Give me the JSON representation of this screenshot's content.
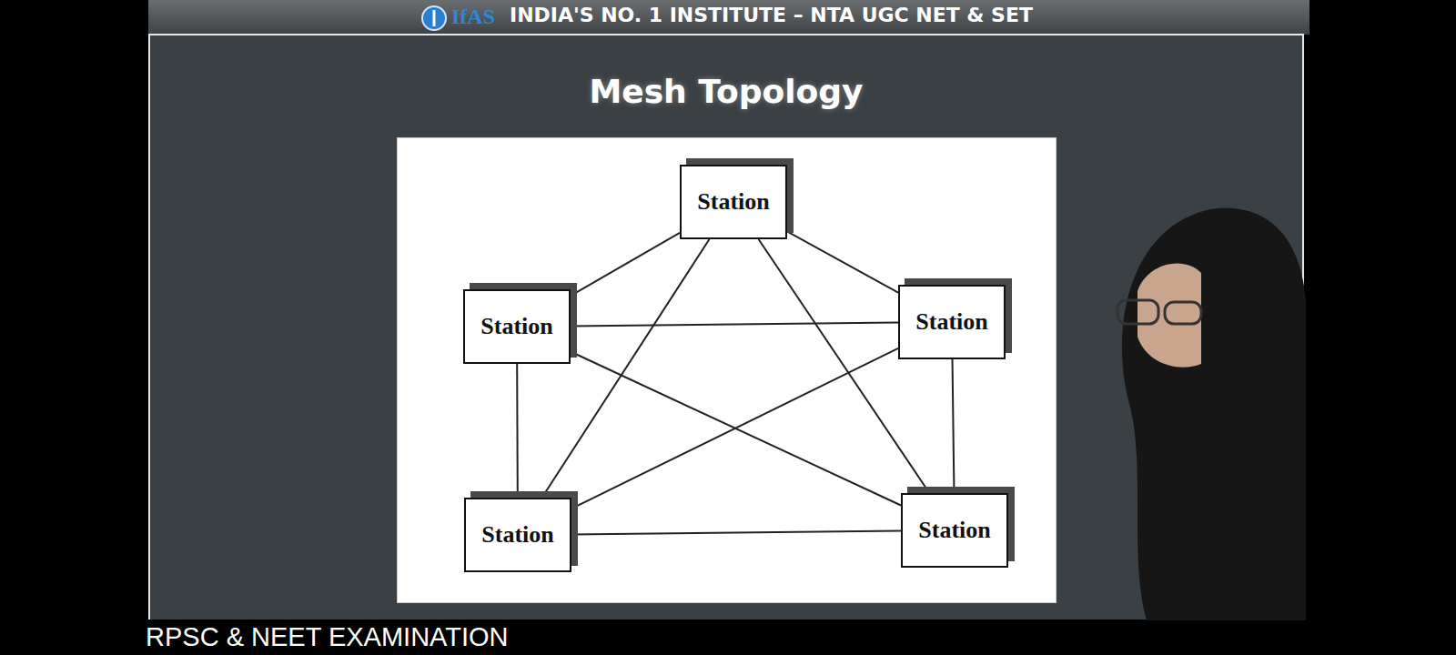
{
  "diagram": {
    "title": "Mesh Topology",
    "nodes": [
      {
        "text": [
          "Station"
        ]
      },
      {
        "text": [
          "Station"
        ]
      },
      {
        "text": [
          "Station"
        ]
      },
      {
        "text": [
          "Station"
        ]
      },
      {
        "text": [
          "Station"
        ]
      }
    ],
    "edges": [
      {
        "from": 0,
        "to": 1,
        "arrow": "none"
      },
      {
        "from": 0,
        "to": 2,
        "arrow": "none"
      },
      {
        "from": 0,
        "to": 3,
        "arrow": "none"
      },
      {
        "from": 0,
        "to": 4,
        "arrow": "none"
      },
      {
        "from": 1,
        "to": 2,
        "arrow": "none"
      },
      {
        "from": 1,
        "to": 3,
        "arrow": "none"
      },
      {
        "from": 1,
        "to": 4,
        "arrow": "none"
      },
      {
        "from": 2,
        "to": 3,
        "arrow": "none"
      },
      {
        "from": 2,
        "to": 4,
        "arrow": "none"
      },
      {
        "from": 3,
        "to": 4,
        "arrow": "none"
      }
    ],
    "labels": [
      "IfAS",
      "INDIA'S NO. 1 INSTITUTE – NTA UGC NET & SET",
      "RPSC & NEET EXAMINATION"
    ]
  }
}
